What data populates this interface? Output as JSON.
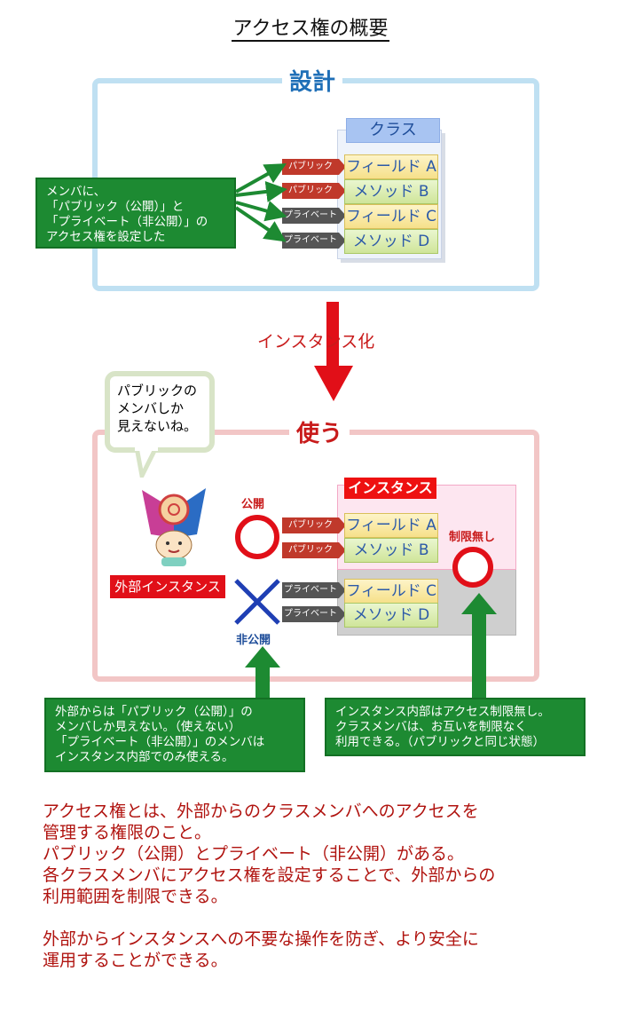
{
  "title": "アクセス権の概要",
  "design": {
    "title": "設計",
    "class_header": "クラス",
    "note_lines": [
      "メンバに、",
      "「パブリック（公開）」と",
      "「プライベート（非公開）」の",
      "アクセス権を設定した"
    ],
    "members": [
      {
        "tag": "パブリック",
        "name": "フィールド A"
      },
      {
        "tag": "パブリック",
        "name": "メソッド B"
      },
      {
        "tag": "プライベート",
        "name": "フィールド C"
      },
      {
        "tag": "プライベート",
        "name": "メソッド D"
      }
    ]
  },
  "instantiation_label": "インスタンス化",
  "use": {
    "title": "使う",
    "bubble_lines": [
      "パブリックの",
      "メンバしか",
      "見えないね。"
    ],
    "external_label": "外部インスタンス",
    "public_label": "公開",
    "private_label": "非公開",
    "instance_header": "インスタンス",
    "no_restriction": "制限無し",
    "members": [
      {
        "tag": "パブリック",
        "name": "フィールド A"
      },
      {
        "tag": "パブリック",
        "name": "メソッド B"
      },
      {
        "tag": "プライベート",
        "name": "フィールド C"
      },
      {
        "tag": "プライベート",
        "name": "メソッド D"
      }
    ],
    "left_note_lines": [
      "外部からは「パブリック（公開）」の",
      "メンバしか見えない。（使えない）",
      "「プライベート（非公開）」のメンバは",
      "インスタンス内部でのみ使える。"
    ],
    "right_note_lines": [
      "インスタンス内部はアクセス制限無し。",
      "クラスメンバは、お互いを制限なく",
      "利用できる。（パブリックと同じ状態）"
    ]
  },
  "summary": {
    "para1": [
      "アクセス権とは、外部からのクラスメンバへのアクセスを",
      "管理する権限のこと。",
      "パブリック（公開）とプライベート（非公開）がある。",
      "各クラスメンバにアクセス権を設定することで、外部からの",
      "利用範囲を制限できる。"
    ],
    "para2": [
      "外部からインスタンスへの不要な操作を防ぎ、より安全に",
      "運用することができる。"
    ]
  },
  "colors": {
    "design_border": "#bfe0f2",
    "use_border": "#f2c6c6",
    "public_tag": "#c0392b",
    "private_tag": "#555555",
    "note_green": "#1d8a32",
    "accent_red": "#e10f18"
  }
}
